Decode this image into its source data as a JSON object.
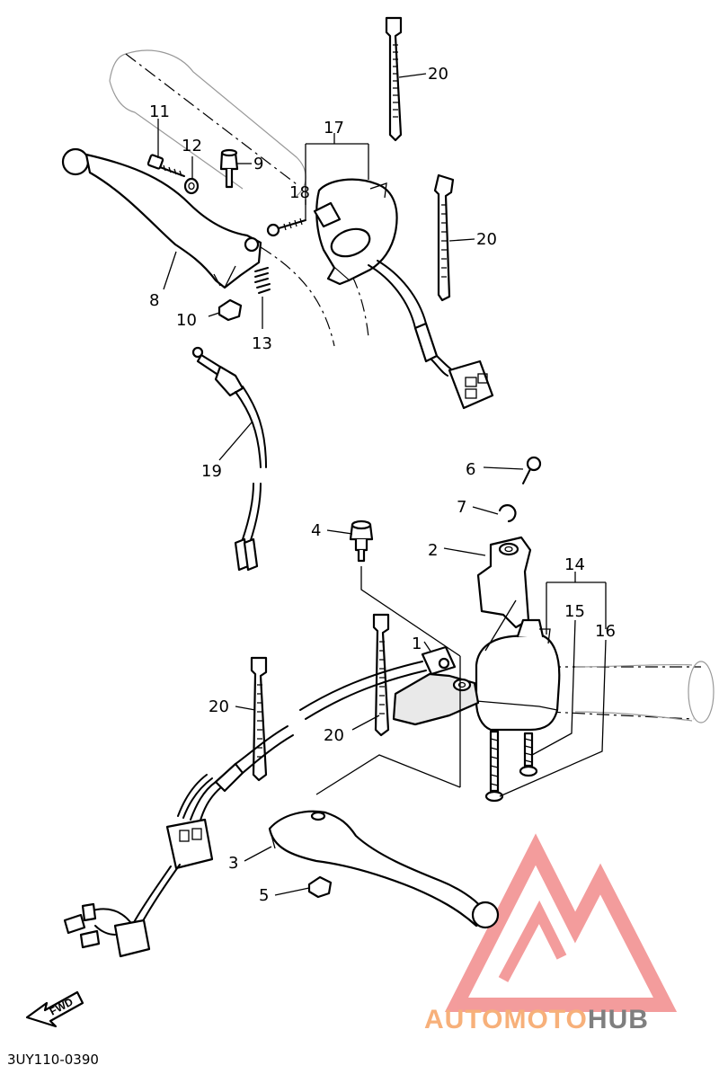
{
  "callouts": [
    {
      "num": "1"
    },
    {
      "num": "2"
    },
    {
      "num": "3"
    },
    {
      "num": "4"
    },
    {
      "num": "5"
    },
    {
      "num": "6"
    },
    {
      "num": "7"
    },
    {
      "num": "8"
    },
    {
      "num": "9"
    },
    {
      "num": "10"
    },
    {
      "num": "11"
    },
    {
      "num": "12"
    },
    {
      "num": "13"
    },
    {
      "num": "14"
    },
    {
      "num": "15"
    },
    {
      "num": "16"
    },
    {
      "num": "17"
    },
    {
      "num": "18"
    },
    {
      "num": "19"
    },
    {
      "num": "20"
    },
    {
      "num": "20"
    },
    {
      "num": "20"
    },
    {
      "num": "20"
    }
  ],
  "direction_label": "FWD",
  "drawing_code": "3UY110-0390",
  "watermark": {
    "part1": "AUTOMOTO",
    "part2": "HUB",
    "color_primary": "#f7b07a",
    "color_secondary": "#7f7f7f",
    "logo_color": "#f28b8b"
  }
}
